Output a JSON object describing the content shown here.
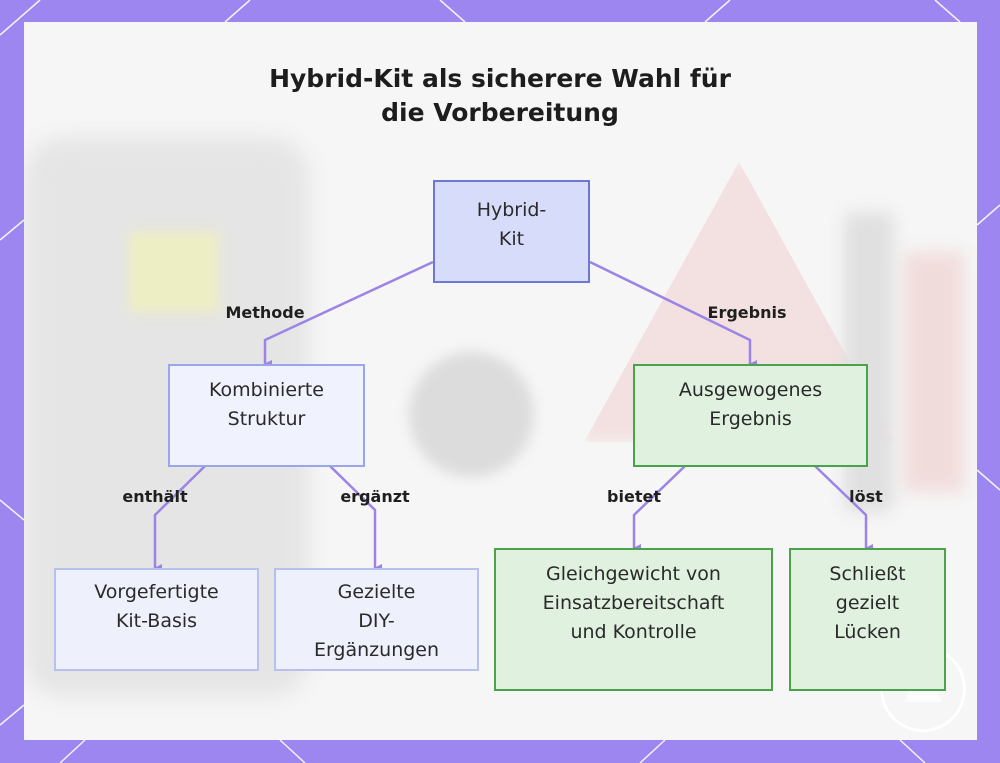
{
  "title": {
    "line1": "Hybrid-Kit als sicherere Wahl für",
    "line2": "die Vorbereitung"
  },
  "colors": {
    "frame": "#9d86f0",
    "edge": "#9c83e6",
    "root_border": "#6b78d6",
    "green_border": "#4aa24a"
  },
  "nodes": {
    "root": {
      "lines": [
        "Hybrid-",
        "Kit"
      ]
    },
    "combined": {
      "lines": [
        "Kombinierte",
        "Struktur"
      ]
    },
    "balanced": {
      "lines": [
        "Ausgewogenes",
        "Ergebnis"
      ]
    },
    "prebuilt": {
      "lines": [
        "Vorgefertigte",
        "Kit-Basis"
      ]
    },
    "diy": {
      "lines": [
        "Gezielte",
        "DIY-",
        "Ergänzungen"
      ]
    },
    "equilibrium": {
      "lines": [
        "Gleichgewicht von",
        "Einsatzbereitschaft",
        "und Kontrolle"
      ]
    },
    "gaps": {
      "lines": [
        "Schließt",
        "gezielt",
        "Lücken"
      ]
    }
  },
  "edges": {
    "method": "Methode",
    "result": "Ergebnis",
    "contains": "enthält",
    "complements": "ergänzt",
    "offers": "bietet",
    "solves": "löst"
  }
}
